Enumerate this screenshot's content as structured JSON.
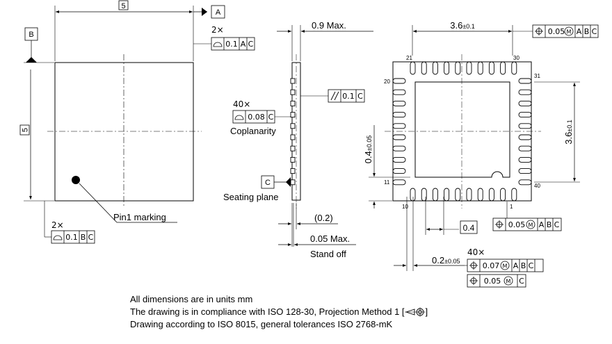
{
  "top_view": {
    "width_dim": "5",
    "height_dim": "5",
    "datum_a": "A",
    "datum_b": "B",
    "top_count": "2×",
    "top_tol": "0.1",
    "top_ref1": "A",
    "top_ref2": "C",
    "bottom_count": "2×",
    "bottom_tol": "0.1",
    "bottom_ref1": "B",
    "bottom_ref2": "C",
    "pin1_label": "Pin1 marking"
  },
  "side_view": {
    "max_height": "0.9 Max.",
    "parallel_tol": "0.1",
    "parallel_ref": "C",
    "lead_count": "40×",
    "coplanarity_tol": "0.08",
    "coplanarity_ref": "C",
    "coplanarity_label": "Coplanarity",
    "datum_c": "C",
    "seating_plane_label": "Seating plane",
    "lead_thickness": "(0.2)",
    "standoff_value": "0.05 Max.",
    "standoff_label": "Stand off"
  },
  "bottom_view": {
    "pad_span_x": "3.6",
    "pad_span_x_tol": "±0.1",
    "pad_span_y": "3.6",
    "pad_span_y_tol": "±0.1",
    "pos_tol_top": "0.05",
    "pos_tol_right": "0.05",
    "ref_a": "A",
    "ref_b": "B",
    "ref_c": "C",
    "pin_21": "21",
    "pin_30": "30",
    "pin_31": "31",
    "pin_20": "20",
    "pin_11": "11",
    "pin_40": "40",
    "pin_10": "10",
    "pin_1": "1",
    "pad_length": "0.4",
    "pad_length_tol": "±0.05",
    "pitch": "0.4",
    "pad_width": "0.2",
    "pad_width_tol": "±0.05",
    "pad_count": "40×",
    "pad_tol_1": "0.07",
    "pad_tol_2": "0.05"
  },
  "notes": {
    "line1": "All dimensions are in units mm",
    "line2_prefix": "The drawing is in compliance with ISO 128-30, Projection Method 1 [",
    "line2_suffix": "]",
    "line3": "Drawing according to ISO 8015, general tolerances ISO 2768-mK"
  }
}
